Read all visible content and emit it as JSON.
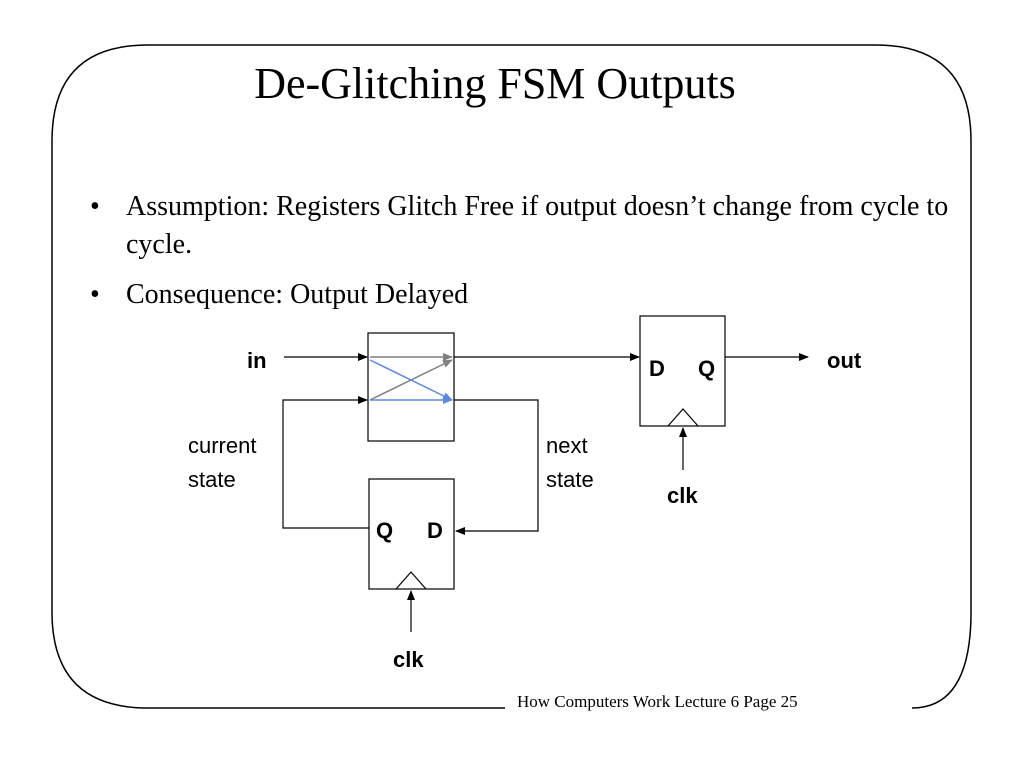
{
  "slide": {
    "title": "De-Glitching FSM Outputs",
    "bullets": [
      {
        "text": "Assumption: Registers Glitch Free if output doesn’t change from cycle to cycle."
      },
      {
        "text": "Consequence: Output Delayed"
      }
    ],
    "bullet_symbol": "•",
    "footer": "How Computers Work Lecture 6 Page 25"
  },
  "diagram": {
    "labels": {
      "in": "in",
      "out": "out",
      "current_state": [
        "current",
        "state"
      ],
      "next_state": [
        "next",
        "state"
      ],
      "clk_state_register": "clk",
      "clk_output_register": "clk",
      "state_reg_q": "Q",
      "state_reg_d": "D",
      "out_reg_d": "D",
      "out_reg_q": "Q"
    },
    "colors": {
      "line": "#000000",
      "crossing_gray": "#808080",
      "crossing_blue": "#5b8ae6"
    }
  }
}
